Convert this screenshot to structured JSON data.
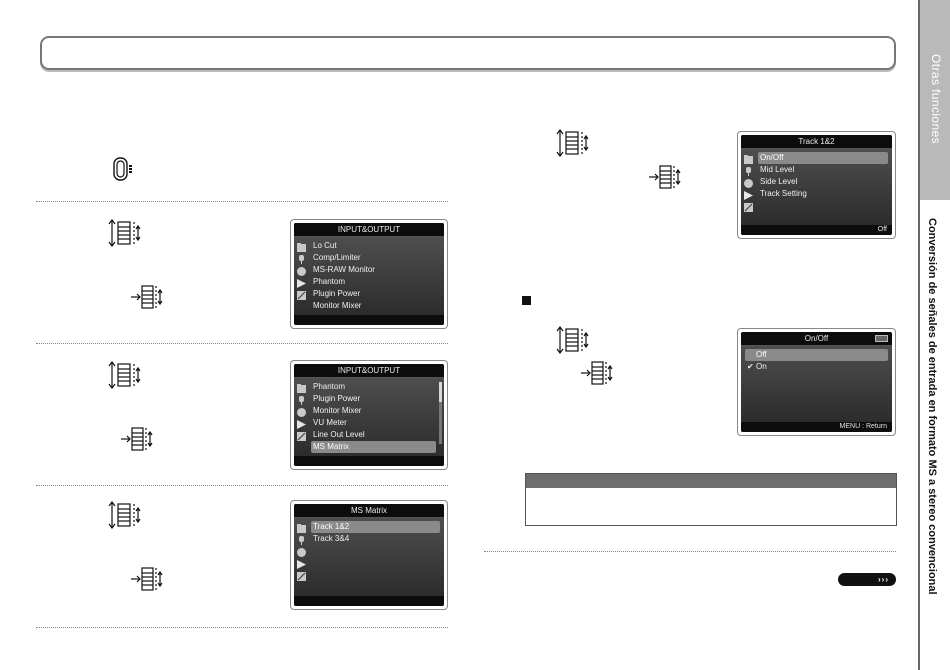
{
  "sidebar": {
    "section_label": "Otras funciones",
    "chapter_label": "Conversión de señales de entrada en formato MS a stereo convencional"
  },
  "icons": {
    "dial": "scroll-dial-icon",
    "press": "dial-press-icon",
    "power": "power-switch-icon",
    "check": "✔"
  },
  "screens": {
    "input_output_1": {
      "title": "INPUT&OUTPUT",
      "items": [
        "Lo Cut",
        "Comp/Limiter",
        "MS-RAW Monitor",
        "Phantom",
        "Plugin Power",
        "Monitor Mixer"
      ],
      "footer": ""
    },
    "input_output_2": {
      "title": "INPUT&OUTPUT",
      "items": [
        "Phantom",
        "Plugin Power",
        "Monitor Mixer",
        "VU Meter",
        "Line Out Level",
        "MS Matrix"
      ],
      "selected": 5,
      "footer": ""
    },
    "ms_matrix": {
      "title": "MS Matrix",
      "items": [
        "Track 1&2",
        "Track 3&4"
      ],
      "selected": 0,
      "footer": ""
    },
    "track_1_2": {
      "title": "Track 1&2",
      "items": [
        "On/Off",
        "Mid Level",
        "Side Level",
        "Track Setting"
      ],
      "selected": 0,
      "footer": "Off"
    },
    "on_off": {
      "title": "On/Off",
      "items": [
        "Off",
        "On"
      ],
      "selected": 0,
      "checked": 1,
      "footer": "MENU : Return"
    }
  },
  "continue_pill": {
    "label": "›››"
  },
  "colors": {
    "lcd_background": "#2c2c2c",
    "lcd_highlight": "#8a8a8a",
    "sidebar_tab": "#b9b9b9",
    "note_header": "#6e6e6e"
  }
}
